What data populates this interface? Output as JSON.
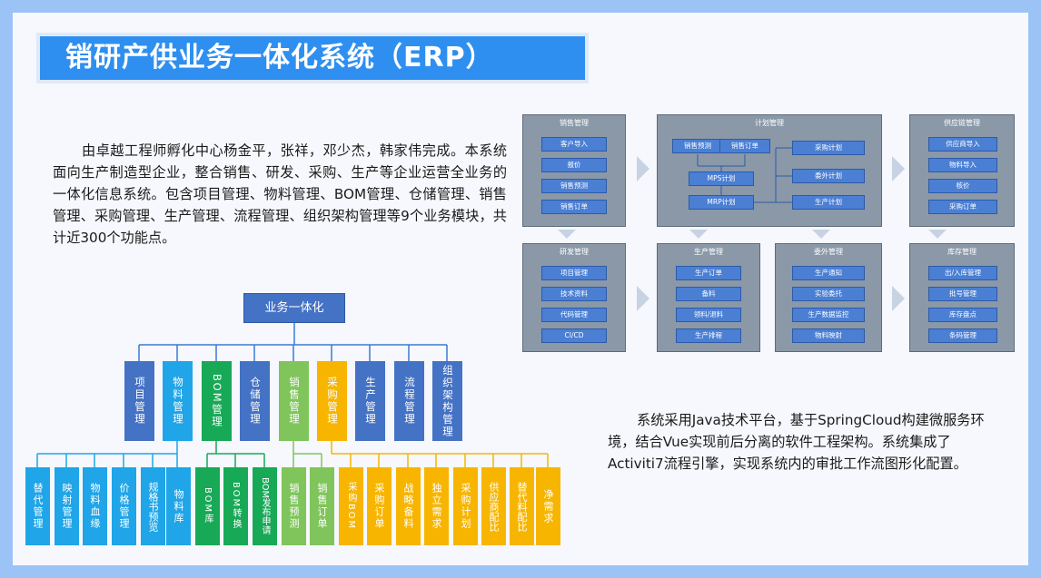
{
  "title": "销研产供业务一体化系统（ERP）",
  "intro": "由卓越工程师孵化中心杨金平，张祥，邓少杰，韩家伟完成。本系统面向生产制造型企业，整合销售、研发、采购、生产等企业运营全业务的一体化信息系统。包含项目管理、物料管理、BOM管理、仓储管理、销售管理、采购管理、生产管理、流程管理、组织架构管理等9个业务模块，共计近300个功能点。",
  "tech": "系统采用Java技术平台，基于SpringCloud构建微服务环境，结合Vue实现前后分离的软件工程架构。系统集成了Activiti7流程引擎，实现系统内的审批工作流图形化配置。",
  "erp": {
    "sales": {
      "title": "销售管理",
      "items": [
        "客户导入",
        "报价",
        "销售预测",
        "销售订单"
      ]
    },
    "plan": {
      "title": "计划管理",
      "sources": [
        "销售预测",
        "销售订单"
      ],
      "mps": "MPS计划",
      "mrp": "MRP计划",
      "outputs": [
        "采购计划",
        "委外计划",
        "生产计划"
      ]
    },
    "supply": {
      "title": "供应链管理",
      "items": [
        "供应商导入",
        "物料导入",
        "核价",
        "采购订单"
      ]
    },
    "rd": {
      "title": "研发管理",
      "items": [
        "项目管理",
        "技术资料",
        "代码管理",
        "CI/CD"
      ]
    },
    "prod": {
      "title": "生产管理",
      "items": [
        "生产订单",
        "备料",
        "领料/退料",
        "生产排程"
      ]
    },
    "outsrc": {
      "title": "委外管理",
      "items": [
        "生产通知",
        "实验委托",
        "生产数据监控",
        "物料映射"
      ]
    },
    "stock": {
      "title": "库存管理",
      "items": [
        "出/入库管理",
        "批号管理",
        "库存盘点",
        "条码管理"
      ]
    }
  },
  "tree": {
    "root": "业务一体化",
    "modules": [
      "项目管理",
      "物料管理",
      "BOM管理",
      "仓储管理",
      "销售管理",
      "采购管理",
      "生产管理",
      "流程管理",
      "组织架构管理"
    ],
    "leaves": [
      "替代管理",
      "映射管理",
      "物料血缘",
      "价格管理",
      "规格书预览",
      "物料库",
      "BOM库",
      "BOM转换",
      "BOM发布申请",
      "销售预测",
      "销售订单",
      "采购BOM",
      "采购订单",
      "战略备料",
      "独立需求",
      "采购计划",
      "供应商配比",
      "替代料配比",
      "净需求"
    ],
    "colors": {
      "blue": "#4472c4",
      "cyan": "#1fa5e8",
      "green": "#18a957",
      "lime": "#7fc55b",
      "yellow": "#f7b500"
    }
  }
}
